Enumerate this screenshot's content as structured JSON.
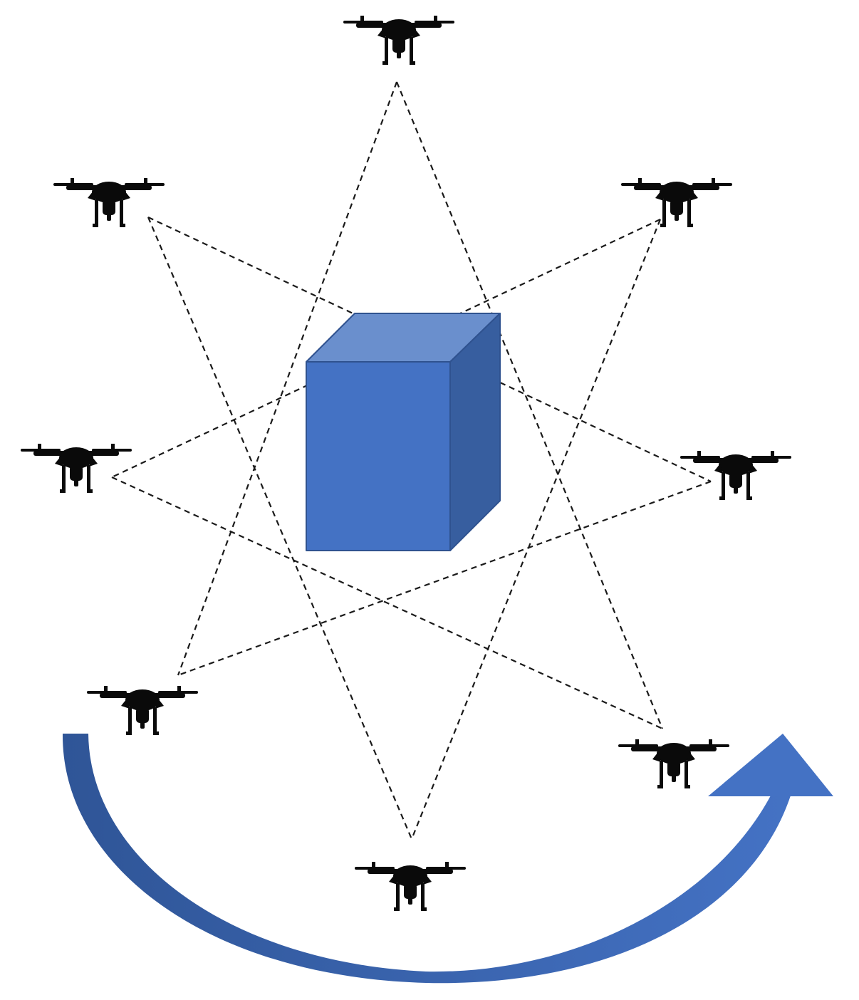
{
  "colors": {
    "background": "#ffffff",
    "cube_front": "#4472c4",
    "cube_top": "#6a8fcd",
    "cube_side": "#375e9f",
    "cube_edge": "#2f528f",
    "arrow_dark": "#2f5597",
    "arrow_light": "#4472c4",
    "drone": "#0a0a0a",
    "sight_line": "#1a1a1a"
  },
  "icons": {
    "drone": "quadcopter-drone-icon",
    "object": "cube",
    "motion": "curved-arrow"
  },
  "drone_count": 8
}
